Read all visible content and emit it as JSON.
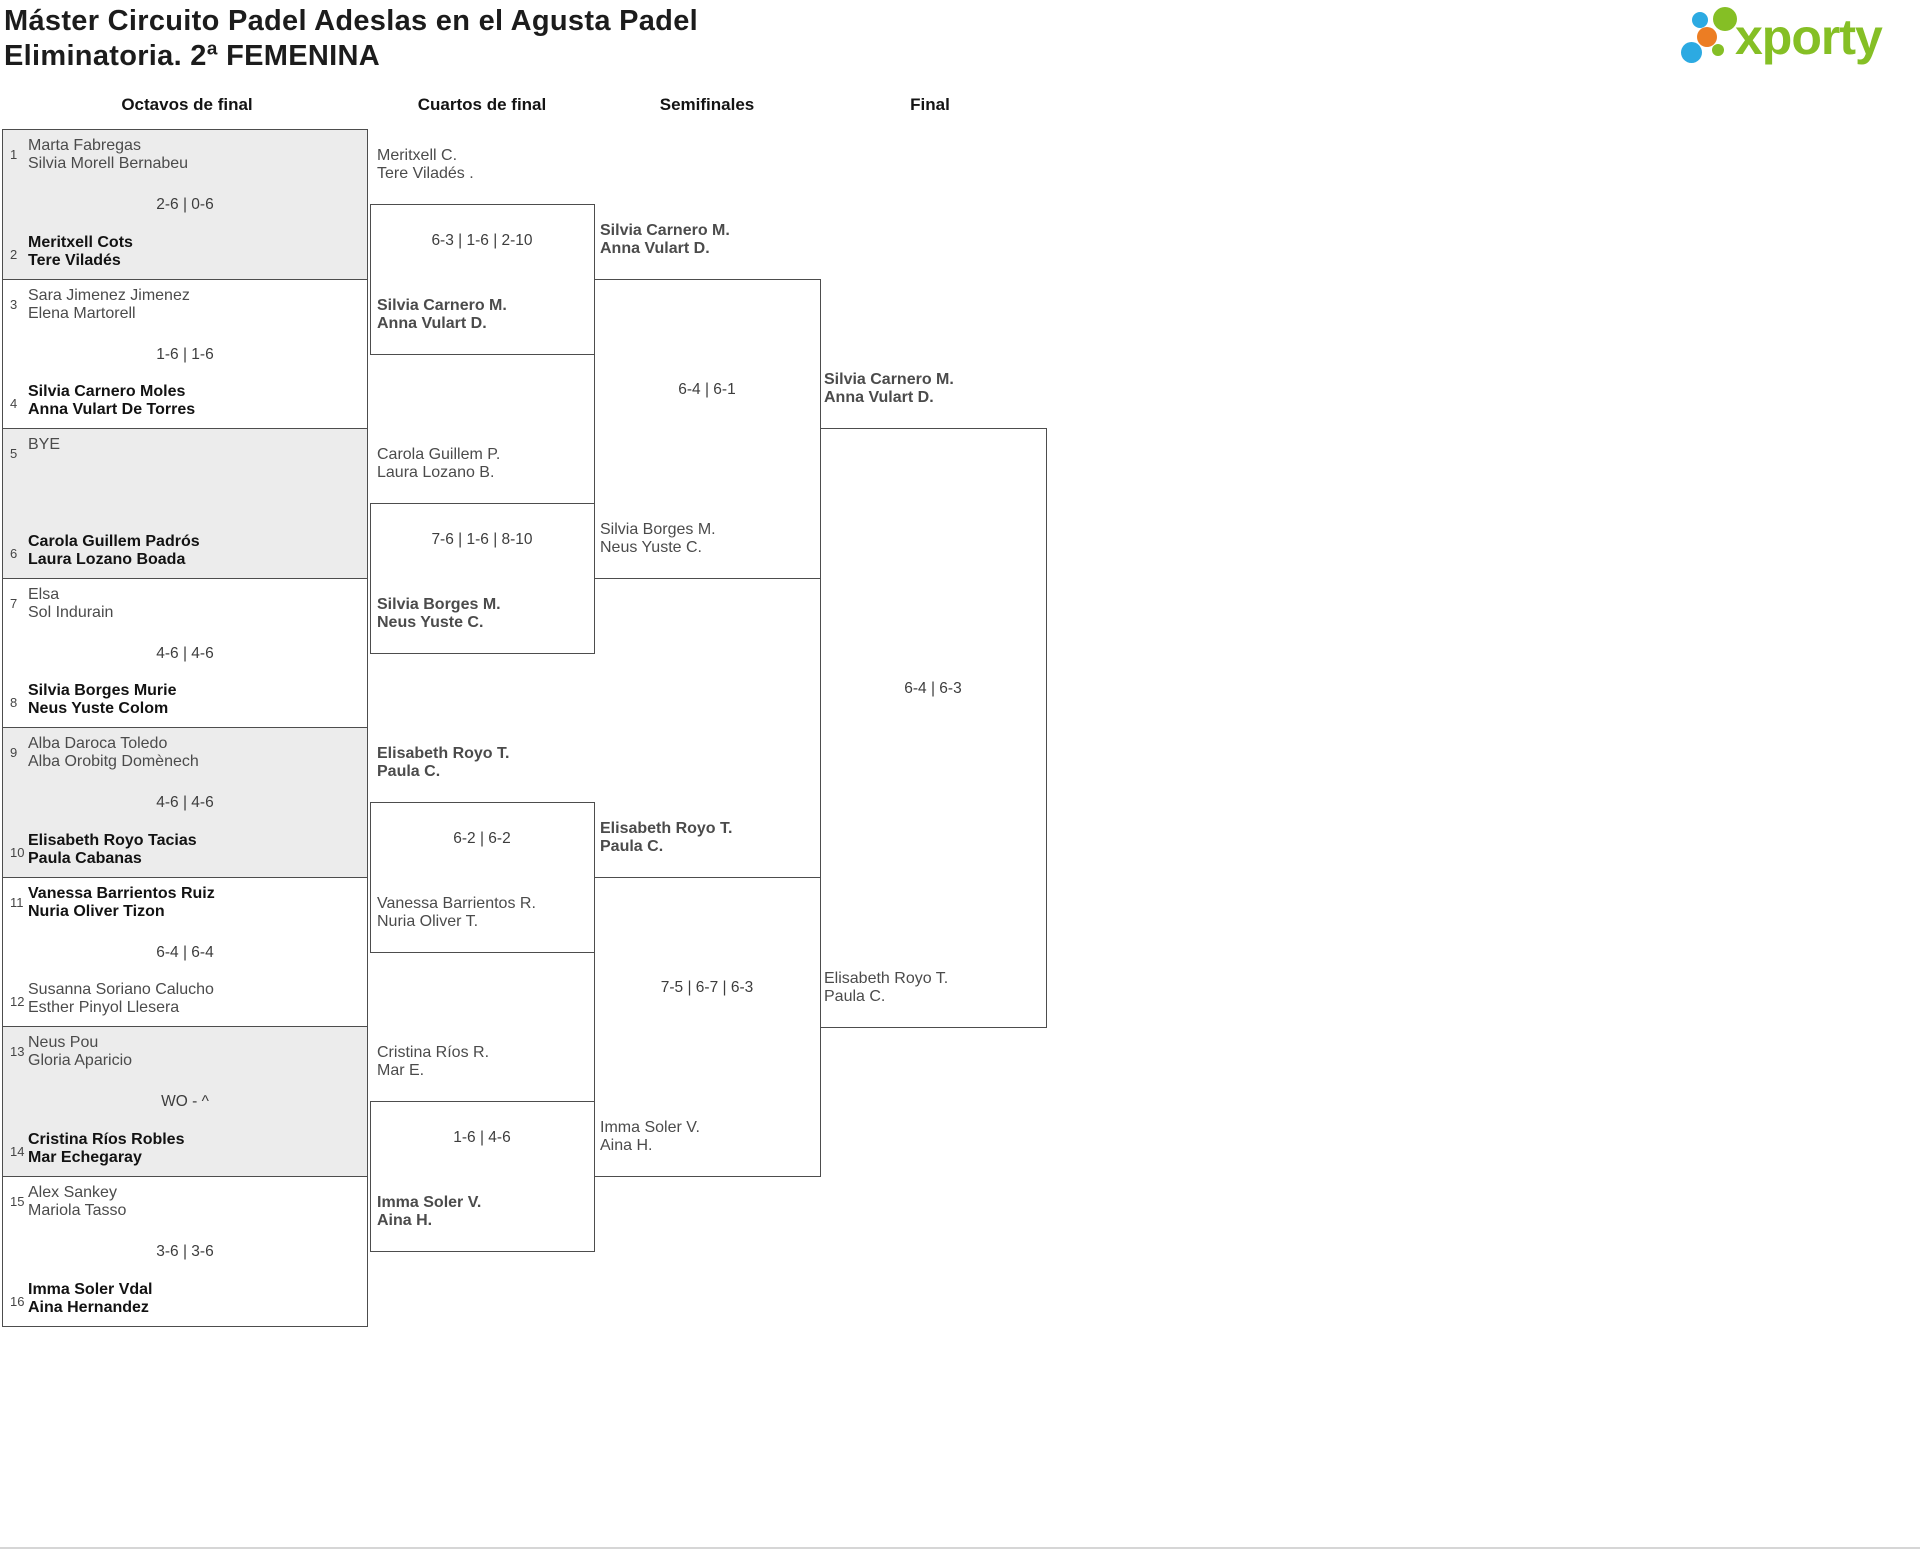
{
  "header": {
    "title_line1": "Máster Circuito Padel Adeslas en el Agusta Padel",
    "title_line2": "Eliminatoria. 2ª FEMENINA",
    "logo_text": "xporty",
    "logo_colors": {
      "green": "#85bf25",
      "blue": "#2caae2",
      "orange": "#ec7d23"
    }
  },
  "rounds": [
    "Octavos de final",
    "Cuartos de final",
    "Semifinales",
    "Final"
  ],
  "bracket": {
    "octavos": [
      {
        "seed1": "1",
        "team1": [
          "Marta Fabregas",
          "Silvia Morell Bernabeu"
        ],
        "team1_winner": false,
        "score": "2-6 | 0-6",
        "seed2": "2",
        "team2": [
          "Meritxell Cots",
          "Tere Viladés"
        ],
        "team2_winner": true
      },
      {
        "seed1": "3",
        "team1": [
          "Sara Jimenez Jimenez",
          "Elena Martorell"
        ],
        "team1_winner": false,
        "score": "1-6 | 1-6",
        "seed2": "4",
        "team2": [
          "Silvia Carnero Moles",
          "Anna Vulart De Torres"
        ],
        "team2_winner": true
      },
      {
        "seed1": "5",
        "team1": [
          "BYE",
          ""
        ],
        "team1_winner": false,
        "score": "",
        "seed2": "6",
        "team2": [
          "Carola Guillem Padrós",
          "Laura Lozano Boada"
        ],
        "team2_winner": true
      },
      {
        "seed1": "7",
        "team1": [
          "Elsa",
          "Sol Indurain"
        ],
        "team1_winner": false,
        "score": "4-6 | 4-6",
        "seed2": "8",
        "team2": [
          "Silvia Borges Murie",
          "Neus Yuste Colom"
        ],
        "team2_winner": true
      },
      {
        "seed1": "9",
        "team1": [
          "Alba Daroca Toledo",
          "Alba Orobitg Domènech"
        ],
        "team1_winner": false,
        "score": "4-6 | 4-6",
        "seed2": "10",
        "team2": [
          "Elisabeth Royo Tacias",
          "Paula Cabanas"
        ],
        "team2_winner": true
      },
      {
        "seed1": "11",
        "team1": [
          "Vanessa Barrientos Ruiz",
          "Nuria Oliver Tizon"
        ],
        "team1_winner": true,
        "score": "6-4 | 6-4",
        "seed2": "12",
        "team2": [
          "Susanna Soriano Calucho",
          "Esther Pinyol Llesera"
        ],
        "team2_winner": false
      },
      {
        "seed1": "13",
        "team1": [
          "Neus Pou",
          "Gloria Aparicio"
        ],
        "team1_winner": false,
        "score": "WO - ^",
        "seed2": "14",
        "team2": [
          "Cristina Ríos Robles",
          "Mar Echegaray"
        ],
        "team2_winner": true
      },
      {
        "seed1": "15",
        "team1": [
          "Alex Sankey",
          "Mariola Tasso"
        ],
        "team1_winner": false,
        "score": "3-6 | 3-6",
        "seed2": "16",
        "team2": [
          "Imma Soler Vdal",
          "Aina Hernandez"
        ],
        "team2_winner": true
      }
    ],
    "cuartos": [
      {
        "teamA": [
          "Meritxell C.",
          "Tere Viladés ."
        ],
        "teamA_winner": false,
        "score": "6-3 | 1-6 | 2-10",
        "teamB": [
          "Silvia Carnero M.",
          "Anna Vulart D."
        ],
        "teamB_winner": true
      },
      {
        "teamA": [
          "Carola Guillem P.",
          "Laura Lozano B."
        ],
        "teamA_winner": false,
        "score": "7-6 | 1-6 | 8-10",
        "teamB": [
          "Silvia Borges M.",
          "Neus Yuste C."
        ],
        "teamB_winner": true
      },
      {
        "teamA": [
          "Elisabeth Royo T.",
          "Paula C."
        ],
        "teamA_winner": true,
        "score": "6-2 | 6-2",
        "teamB": [
          "Vanessa Barrientos R.",
          "Nuria Oliver T."
        ],
        "teamB_winner": false
      },
      {
        "teamA": [
          "Cristina Ríos R.",
          "Mar E."
        ],
        "teamA_winner": false,
        "score": "1-6 | 4-6",
        "teamB": [
          "Imma Soler V.",
          "Aina H."
        ],
        "teamB_winner": true
      }
    ],
    "semifinales": [
      {
        "teamA": [
          "Silvia Carnero M.",
          "Anna Vulart D."
        ],
        "teamA_winner": true,
        "score": "6-4 | 6-1",
        "teamB": [
          "Silvia Borges M.",
          "Neus Yuste C."
        ],
        "teamB_winner": false
      },
      {
        "teamA": [
          "Elisabeth Royo T.",
          "Paula C."
        ],
        "teamA_winner": true,
        "score": "7-5 | 6-7 | 6-3",
        "teamB": [
          "Imma Soler V.",
          "Aina H."
        ],
        "teamB_winner": false
      }
    ],
    "final": {
      "teamA": [
        "Silvia Carnero M.",
        "Anna Vulart D."
      ],
      "teamA_winner": true,
      "score": "6-4 | 6-3",
      "teamB": [
        "Elisabeth Royo T.",
        "Paula C."
      ],
      "teamB_winner": false
    }
  }
}
